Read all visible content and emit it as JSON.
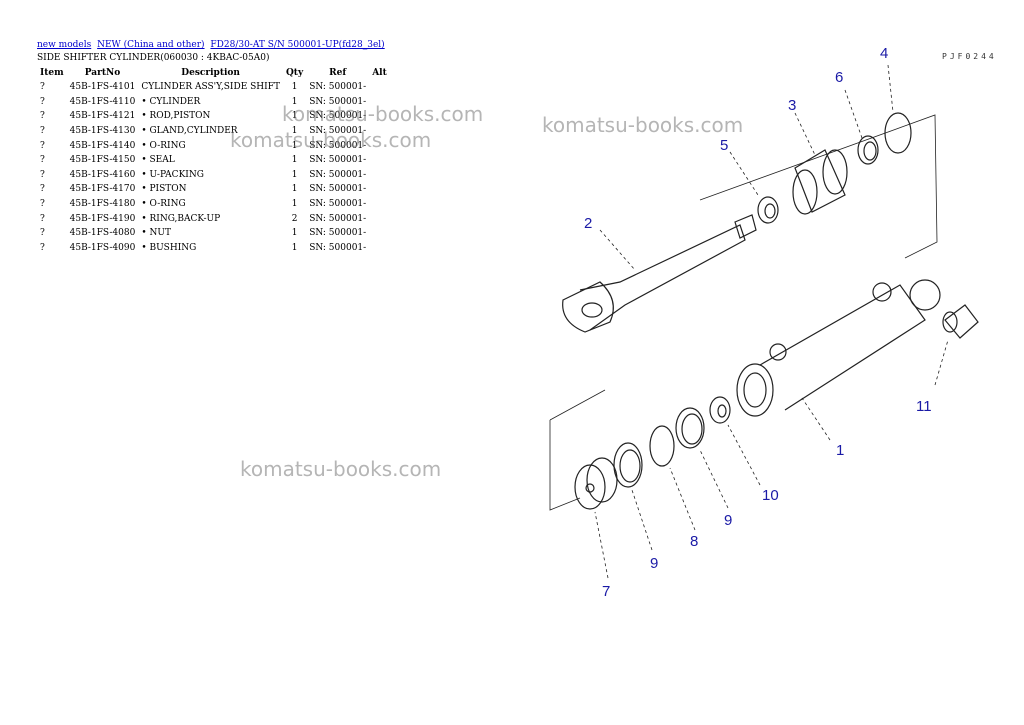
{
  "breadcrumb": [
    "new models",
    "NEW (China and other)",
    "FD28/30-AT S/N 500001-UP(fd28_3el)"
  ],
  "title": "SIDE SHIFTER CYLINDER(060030 : 4KBAC-05A0)",
  "columns": {
    "item": "Item",
    "partno": "PartNo",
    "description": "Description",
    "qty": "Qty",
    "ref": "Ref",
    "alt": "Alt"
  },
  "rows": [
    {
      "item": "?",
      "partno": "45B-1FS-4101",
      "description": "CYLINDER ASS'Y,SIDE SHIFT",
      "qty": "1",
      "ref": "SN: 500001-",
      "alt": ""
    },
    {
      "item": "?",
      "partno": "45B-1FS-4110",
      "description": "• CYLINDER",
      "qty": "1",
      "ref": "SN: 500001-",
      "alt": ""
    },
    {
      "item": "?",
      "partno": "45B-1FS-4121",
      "description": "• ROD,PISTON",
      "qty": "1",
      "ref": "SN: 500001-",
      "alt": ""
    },
    {
      "item": "?",
      "partno": "45B-1FS-4130",
      "description": "• GLAND,CYLINDER",
      "qty": "1",
      "ref": "SN: 500001-",
      "alt": ""
    },
    {
      "item": "?",
      "partno": "45B-1FS-4140",
      "description": "• O-RING",
      "qty": "1",
      "ref": "SN: 500001-",
      "alt": ""
    },
    {
      "item": "?",
      "partno": "45B-1FS-4150",
      "description": "• SEAL",
      "qty": "1",
      "ref": "SN: 500001-",
      "alt": ""
    },
    {
      "item": "?",
      "partno": "45B-1FS-4160",
      "description": "• U-PACKING",
      "qty": "1",
      "ref": "SN: 500001-",
      "alt": ""
    },
    {
      "item": "?",
      "partno": "45B-1FS-4170",
      "description": "• PISTON",
      "qty": "1",
      "ref": "SN: 500001-",
      "alt": ""
    },
    {
      "item": "?",
      "partno": "45B-1FS-4180",
      "description": "• O-RING",
      "qty": "1",
      "ref": "SN: 500001-",
      "alt": ""
    },
    {
      "item": "?",
      "partno": "45B-1FS-4190",
      "description": "• RING,BACK-UP",
      "qty": "2",
      "ref": "SN: 500001-",
      "alt": ""
    },
    {
      "item": "?",
      "partno": "45B-1FS-4080",
      "description": "• NUT",
      "qty": "1",
      "ref": "SN: 500001-",
      "alt": ""
    },
    {
      "item": "?",
      "partno": "45B-1FS-4090",
      "description": "• BUSHING",
      "qty": "1",
      "ref": "SN: 500001-",
      "alt": ""
    }
  ],
  "watermark": "komatsu-books.com",
  "diagram": {
    "code": "PJF0244",
    "callouts": [
      "1",
      "2",
      "3",
      "4",
      "5",
      "6",
      "7",
      "8",
      "9",
      "9",
      "10",
      "11"
    ],
    "callout_color": "#1a1aa6"
  }
}
